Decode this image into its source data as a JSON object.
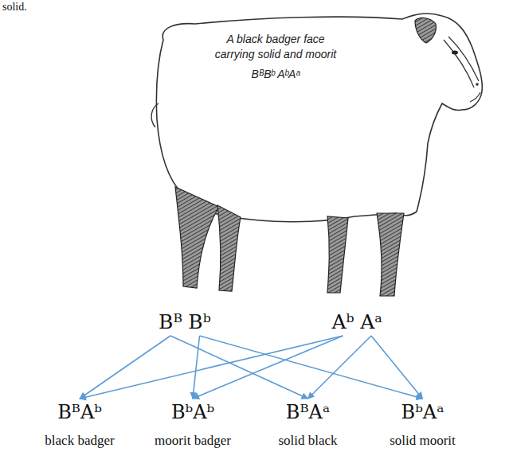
{
  "diagram": {
    "nodes": [
      {
        "text": [
          "A black badger face carrying solid and moorit",
          "BᴮBᵇ AᵇAᵃ"
        ]
      },
      {
        "text": [
          "Bᴮ"
        ]
      },
      {
        "text": [
          "Bᵇ"
        ]
      },
      {
        "text": [
          "Aᵇ"
        ]
      },
      {
        "text": [
          "Aᵃ"
        ]
      },
      {
        "text": [
          "BᴮAᵇ",
          "black badger"
        ]
      },
      {
        "text": [
          "BᵇAᵇ",
          "moorit badger"
        ]
      },
      {
        "text": [
          "BᴮAᵃ",
          "solid black"
        ]
      },
      {
        "text": [
          "BᵇAᵃ",
          "solid moorit"
        ]
      }
    ],
    "edges": [
      {
        "from": 1,
        "to": 5,
        "arrow": "to"
      },
      {
        "from": 1,
        "to": 7,
        "arrow": "to"
      },
      {
        "from": 2,
        "to": 6,
        "arrow": "to"
      },
      {
        "from": 2,
        "to": 8,
        "arrow": "to"
      },
      {
        "from": 3,
        "to": 5,
        "arrow": "to"
      },
      {
        "from": 3,
        "to": 6,
        "arrow": "to"
      },
      {
        "from": 4,
        "to": 7,
        "arrow": "to"
      },
      {
        "from": 4,
        "to": 8,
        "arrow": "to"
      }
    ],
    "labels": [
      "solid."
    ]
  }
}
